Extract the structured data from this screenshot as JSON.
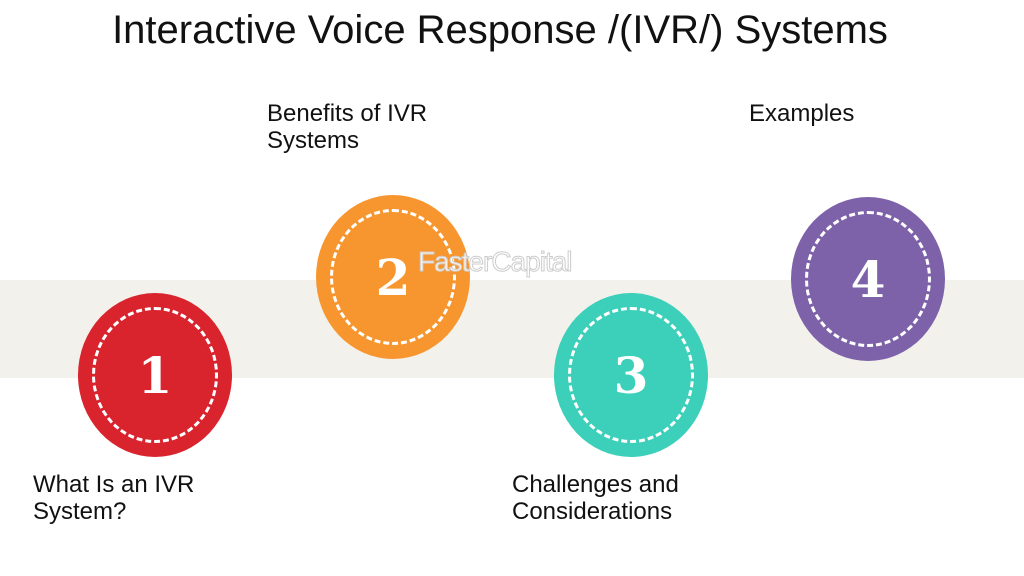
{
  "title": "Interactive Voice Response /(IVR/) Systems",
  "watermark": "FasterCapital",
  "steps": [
    {
      "number": "1",
      "label": "What Is an IVR System?",
      "color": "#d9232d"
    },
    {
      "number": "2",
      "label": "Benefits of IVR Systems",
      "color": "#f7962e"
    },
    {
      "number": "3",
      "label": "Challenges and Considerations",
      "color": "#3ccfb9"
    },
    {
      "number": "4",
      "label": "Examples",
      "color": "#7e62a9"
    }
  ]
}
